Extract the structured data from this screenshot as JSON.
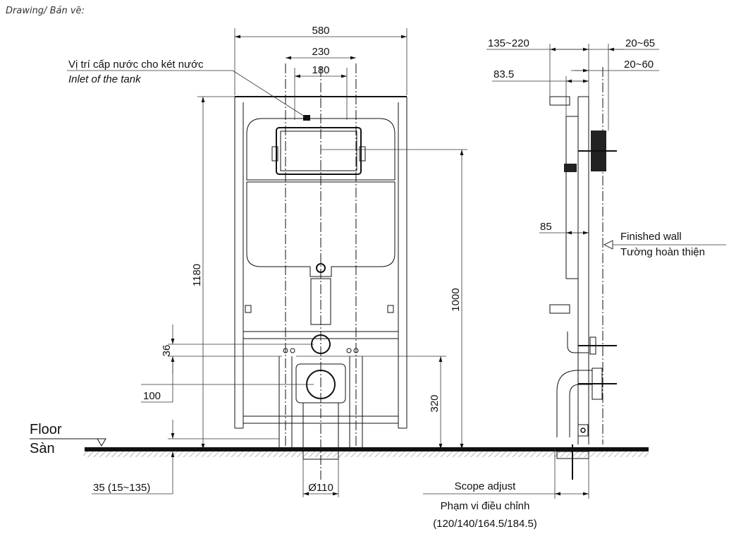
{
  "caption": "Drawing/ Bản vẽ:",
  "labels": {
    "inlet_vi": "Vị trí cấp nước cho két nước",
    "inlet_en": "Inlet of the tank",
    "floor_en": "Floor",
    "floor_vi": "Sàn",
    "finished_wall_en": "Finished wall",
    "finished_wall_vi": "Tường hoàn thiện",
    "scope_en": "Scope adjust",
    "scope_vi": "Phạm vi điều chỉnh",
    "scope_values": "(120/140/164.5/184.5)"
  },
  "dimensions": {
    "width_total": "580",
    "width_mid": "230",
    "width_inner": "180",
    "height_total": "1180",
    "height_tank": "1000",
    "height_outlet": "320",
    "d36": "36",
    "d100": "100",
    "floor_adjust": "35 (15~135)",
    "pipe_diameter": "Ø110",
    "side_135_220": "135~220",
    "side_20_65": "20~65",
    "side_20_60": "20~60",
    "side_83_5": "83.5",
    "side_85": "85"
  }
}
